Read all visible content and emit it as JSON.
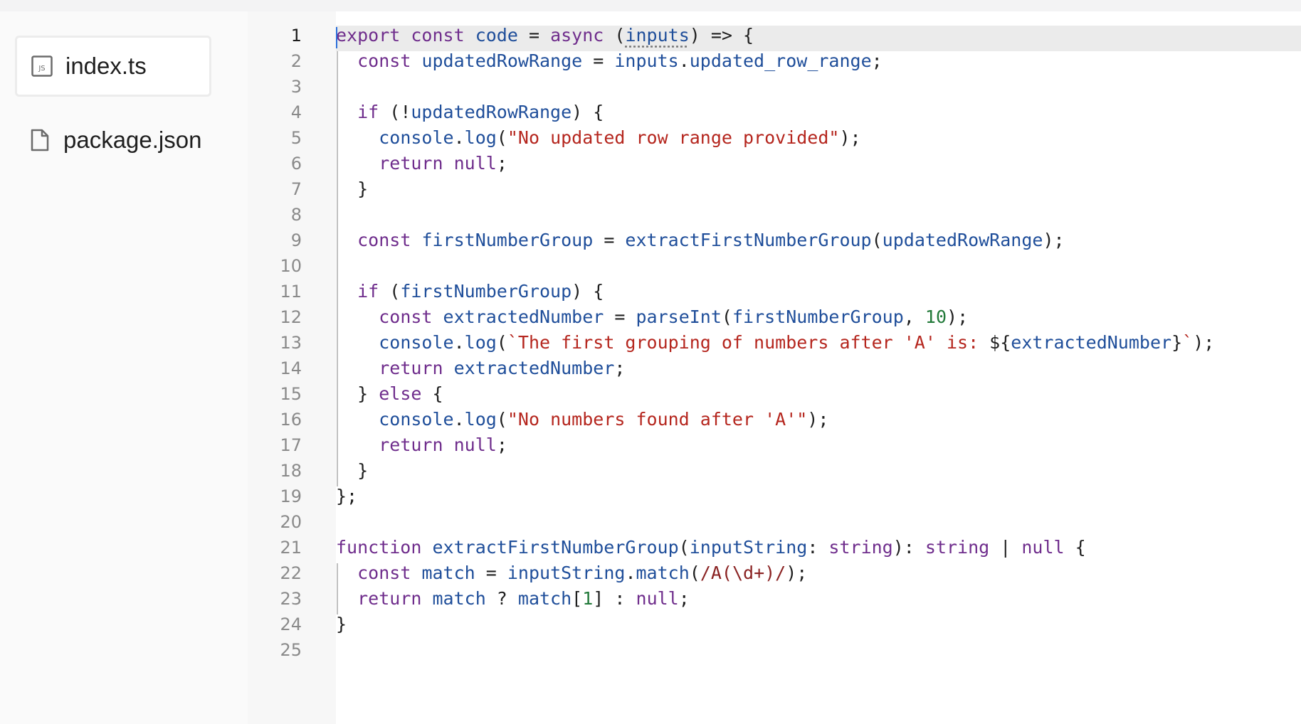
{
  "files": [
    {
      "name": "index.ts",
      "icon": "js-file-icon",
      "active": true
    },
    {
      "name": "package.json",
      "icon": "file-icon",
      "active": false
    }
  ],
  "colors": {
    "keyword": "#6f2d8c",
    "identifier": "#1f4e9a",
    "string": "#b5261e",
    "number": "#237a3a"
  },
  "editor": {
    "current_line": 1,
    "lines": [
      [
        [
          "k",
          "export"
        ],
        [
          "o",
          " "
        ],
        [
          "k",
          "const"
        ],
        [
          "o",
          " "
        ],
        [
          "v",
          "code"
        ],
        [
          "o",
          " = "
        ],
        [
          "k",
          "async"
        ],
        [
          "o",
          " ("
        ],
        [
          "v",
          "inputs"
        ],
        [
          "o",
          ") => {"
        ]
      ],
      [
        [
          "o",
          "  "
        ],
        [
          "k",
          "const"
        ],
        [
          "o",
          " "
        ],
        [
          "v",
          "updatedRowRange"
        ],
        [
          "o",
          " = "
        ],
        [
          "v",
          "inputs"
        ],
        [
          "o",
          "."
        ],
        [
          "v",
          "updated_row_range"
        ],
        [
          "o",
          ";"
        ]
      ],
      [],
      [
        [
          "o",
          "  "
        ],
        [
          "k",
          "if"
        ],
        [
          "o",
          " (!"
        ],
        [
          "v",
          "updatedRowRange"
        ],
        [
          "o",
          ") {"
        ]
      ],
      [
        [
          "o",
          "    "
        ],
        [
          "v",
          "console"
        ],
        [
          "o",
          "."
        ],
        [
          "v",
          "log"
        ],
        [
          "o",
          "("
        ],
        [
          "s",
          "\"No updated row range provided\""
        ],
        [
          "o",
          ");"
        ]
      ],
      [
        [
          "o",
          "    "
        ],
        [
          "k",
          "return"
        ],
        [
          "o",
          " "
        ],
        [
          "k",
          "null"
        ],
        [
          "o",
          ";"
        ]
      ],
      [
        [
          "o",
          "  }"
        ]
      ],
      [],
      [
        [
          "o",
          "  "
        ],
        [
          "k",
          "const"
        ],
        [
          "o",
          " "
        ],
        [
          "v",
          "firstNumberGroup"
        ],
        [
          "o",
          " = "
        ],
        [
          "v",
          "extractFirstNumberGroup"
        ],
        [
          "o",
          "("
        ],
        [
          "v",
          "updatedRowRange"
        ],
        [
          "o",
          ");"
        ]
      ],
      [],
      [
        [
          "o",
          "  "
        ],
        [
          "k",
          "if"
        ],
        [
          "o",
          " ("
        ],
        [
          "v",
          "firstNumberGroup"
        ],
        [
          "o",
          ") {"
        ]
      ],
      [
        [
          "o",
          "    "
        ],
        [
          "k",
          "const"
        ],
        [
          "o",
          " "
        ],
        [
          "v",
          "extractedNumber"
        ],
        [
          "o",
          " = "
        ],
        [
          "v",
          "parseInt"
        ],
        [
          "o",
          "("
        ],
        [
          "v",
          "firstNumberGroup"
        ],
        [
          "o",
          ", "
        ],
        [
          "n",
          "10"
        ],
        [
          "o",
          ");"
        ]
      ],
      [
        [
          "o",
          "    "
        ],
        [
          "v",
          "console"
        ],
        [
          "o",
          "."
        ],
        [
          "v",
          "log"
        ],
        [
          "o",
          "("
        ],
        [
          "s",
          "`The first grouping of numbers after 'A' is: "
        ],
        [
          "o",
          "${"
        ],
        [
          "v",
          "extractedNumber"
        ],
        [
          "o",
          "}"
        ],
        [
          "s",
          "`"
        ],
        [
          "o",
          ");"
        ]
      ],
      [
        [
          "o",
          "    "
        ],
        [
          "k",
          "return"
        ],
        [
          "o",
          " "
        ],
        [
          "v",
          "extractedNumber"
        ],
        [
          "o",
          ";"
        ]
      ],
      [
        [
          "o",
          "  } "
        ],
        [
          "k",
          "else"
        ],
        [
          "o",
          " {"
        ]
      ],
      [
        [
          "o",
          "    "
        ],
        [
          "v",
          "console"
        ],
        [
          "o",
          "."
        ],
        [
          "v",
          "log"
        ],
        [
          "o",
          "("
        ],
        [
          "s",
          "\"No numbers found after 'A'\""
        ],
        [
          "o",
          ");"
        ]
      ],
      [
        [
          "o",
          "    "
        ],
        [
          "k",
          "return"
        ],
        [
          "o",
          " "
        ],
        [
          "k",
          "null"
        ],
        [
          "o",
          ";"
        ]
      ],
      [
        [
          "o",
          "  }"
        ]
      ],
      [
        [
          "o",
          "};"
        ]
      ],
      [],
      [
        [
          "k",
          "function"
        ],
        [
          "o",
          " "
        ],
        [
          "v",
          "extractFirstNumberGroup"
        ],
        [
          "o",
          "("
        ],
        [
          "v",
          "inputString"
        ],
        [
          "o",
          ": "
        ],
        [
          "k",
          "string"
        ],
        [
          "o",
          "): "
        ],
        [
          "k",
          "string"
        ],
        [
          "o",
          " | "
        ],
        [
          "k",
          "null"
        ],
        [
          "o",
          " {"
        ]
      ],
      [
        [
          "o",
          "  "
        ],
        [
          "k",
          "const"
        ],
        [
          "o",
          " "
        ],
        [
          "v",
          "match"
        ],
        [
          "o",
          " = "
        ],
        [
          "v",
          "inputString"
        ],
        [
          "o",
          "."
        ],
        [
          "v",
          "match"
        ],
        [
          "o",
          "("
        ],
        [
          "r",
          "/A(\\d+)/"
        ],
        [
          "o",
          ");"
        ]
      ],
      [
        [
          "o",
          "  "
        ],
        [
          "k",
          "return"
        ],
        [
          "o",
          " "
        ],
        [
          "v",
          "match"
        ],
        [
          "o",
          " ? "
        ],
        [
          "v",
          "match"
        ],
        [
          "o",
          "["
        ],
        [
          "n",
          "1"
        ],
        [
          "o",
          "] : "
        ],
        [
          "k",
          "null"
        ],
        [
          "o",
          ";"
        ]
      ],
      [
        [
          "o",
          "}"
        ]
      ],
      []
    ]
  }
}
